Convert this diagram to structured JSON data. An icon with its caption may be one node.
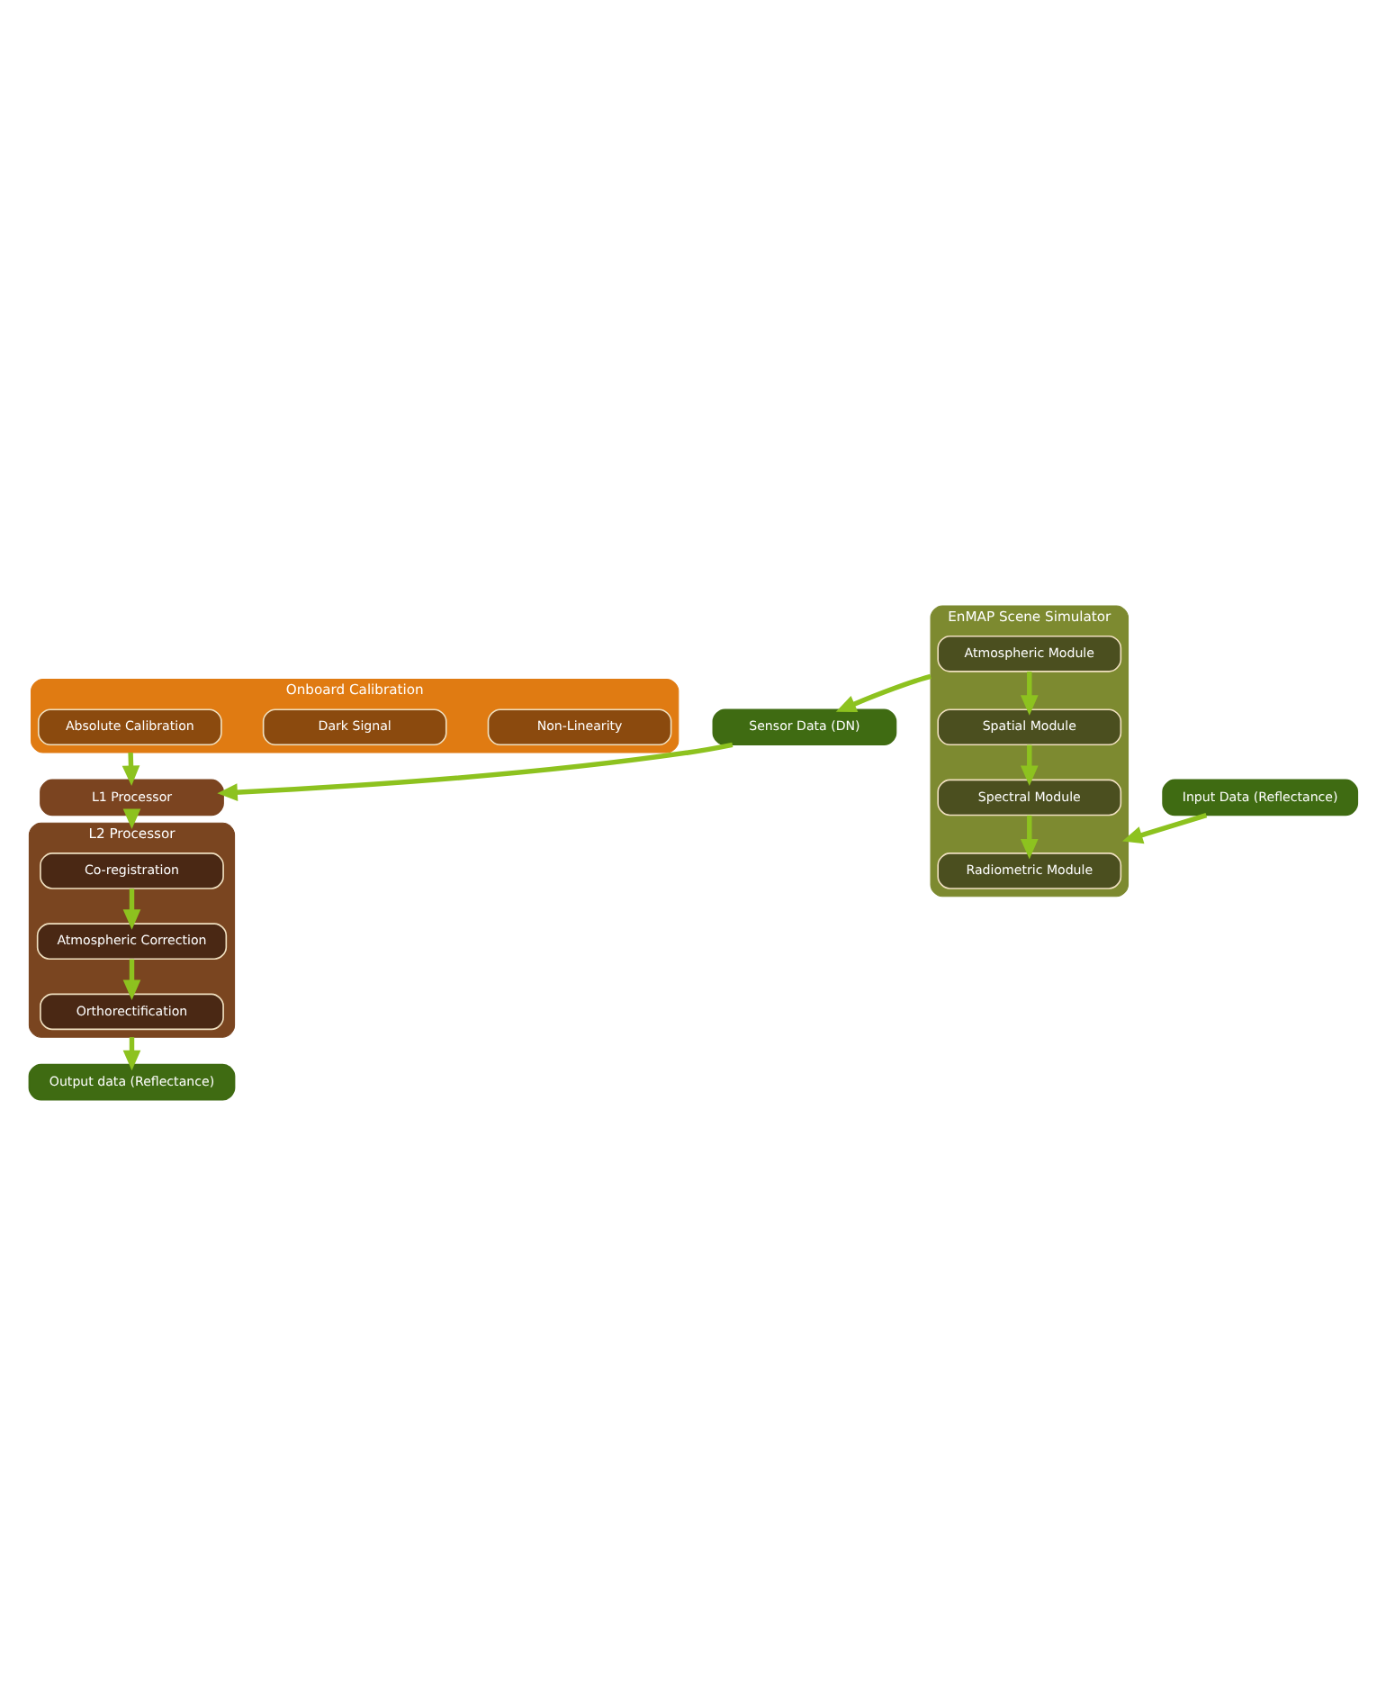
{
  "diagram": {
    "nodes": [
      {
        "text": [
          "Onboard Calibration"
        ]
      },
      {
        "text": [
          "Non-Linearity"
        ],
        "in": 0
      },
      {
        "text": [
          "Dark Signal"
        ],
        "in": 0
      },
      {
        "text": [
          "Absolute Calibration"
        ],
        "in": 0
      },
      {
        "text": [
          "Sensor Data (DN)"
        ]
      },
      {
        "text": [
          "L1 Processor"
        ]
      },
      {
        "text": [
          "EnMAP Scene Simulator"
        ]
      },
      {
        "text": [
          "Radiometric Module"
        ],
        "in": 6
      },
      {
        "text": [
          "Spectral Module"
        ],
        "in": 6
      },
      {
        "text": [
          "Spatial Module"
        ],
        "in": 6
      },
      {
        "text": [
          "Atmospheric Module"
        ],
        "in": 6
      },
      {
        "text": [
          "L2 Processor"
        ]
      },
      {
        "text": [
          "Co-registration"
        ],
        "in": 11
      },
      {
        "text": [
          "Atmospheric Correction"
        ],
        "in": 11
      },
      {
        "text": [
          "Orthorectification"
        ],
        "in": 11
      },
      {
        "text": [
          "Output data (Reflectance)"
        ]
      },
      {
        "text": [
          "Input Data (Reflectance)"
        ]
      }
    ],
    "edges": [
      {
        "from": 0,
        "to": 5,
        "arrow": "to"
      },
      {
        "from": 4,
        "to": 5,
        "arrow": "to"
      },
      {
        "from": 6,
        "to": 4,
        "arrow": "to"
      },
      {
        "from": 5,
        "to": 11,
        "arrow": "to"
      },
      {
        "from": 12,
        "to": 13,
        "arrow": "to"
      },
      {
        "from": 13,
        "to": 14,
        "arrow": "to"
      },
      {
        "from": 10,
        "to": 9,
        "arrow": "to"
      },
      {
        "from": 9,
        "to": 8,
        "arrow": "to"
      },
      {
        "from": 8,
        "to": 7,
        "arrow": "to"
      },
      {
        "from": 11,
        "to": 15,
        "arrow": "to"
      },
      {
        "from": 16,
        "to": 6,
        "arrow": "to"
      }
    ]
  }
}
